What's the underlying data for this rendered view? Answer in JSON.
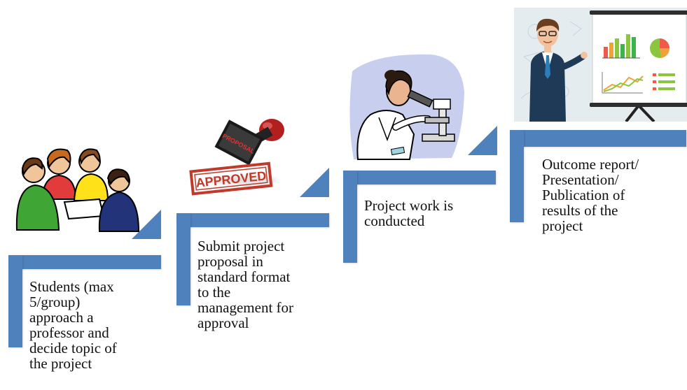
{
  "steps": [
    {
      "text": "Students (max\n5/group)\napproach a\nprofessor and\ndecide topic of\nthe project",
      "image": "students-group-icon"
    },
    {
      "text": "Submit project\nproposal in\nstandard format\nto the\nmanagement for\napproval",
      "image": "approved-stamp-icon"
    },
    {
      "text": "Project work is\nconducted",
      "image": "scientist-microscope-icon"
    },
    {
      "text": "Outcome report/\nPresentation/\nPublication of\nresults of the\nproject",
      "image": "presenter-charts-icon"
    }
  ],
  "stamp_text": "APPROVED",
  "stamp_handle_text": "PROPOSAL",
  "colors": {
    "step_blue": "#4f81bd",
    "stamp_red": "#c0392b"
  }
}
